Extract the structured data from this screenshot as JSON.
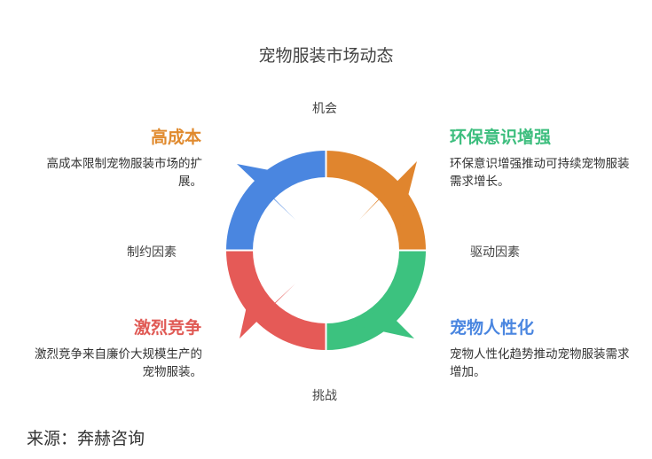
{
  "title": "宠物服装市场动态",
  "axes": {
    "top": "机会",
    "bottom": "挑战",
    "left": "制约因素",
    "right": "驱动因素"
  },
  "quadrants": {
    "top_left": {
      "title": "高成本",
      "desc": "高成本限制宠物服装市场的扩展。",
      "color": "#E08A2E"
    },
    "top_right": {
      "title": "环保意识增强",
      "desc": "环保意识增强推动可持续宠物服装需求增长。",
      "color": "#3DBE7E"
    },
    "bottom_left": {
      "title": "激烈竞争",
      "desc": "激烈竞争来自廉价大规模生产的宠物服装。",
      "color": "#E05A55"
    },
    "bottom_right": {
      "title": "宠物人性化",
      "desc": "宠物人性化趋势推动宠物服装需求增加。",
      "color": "#4A86E0"
    }
  },
  "cycle_colors": {
    "top_left": "#4A86E0",
    "top_right": "#E0852E",
    "bottom_right": "#3CC27F",
    "bottom_left": "#E55A57"
  },
  "source": "来源：奔赫咨询"
}
